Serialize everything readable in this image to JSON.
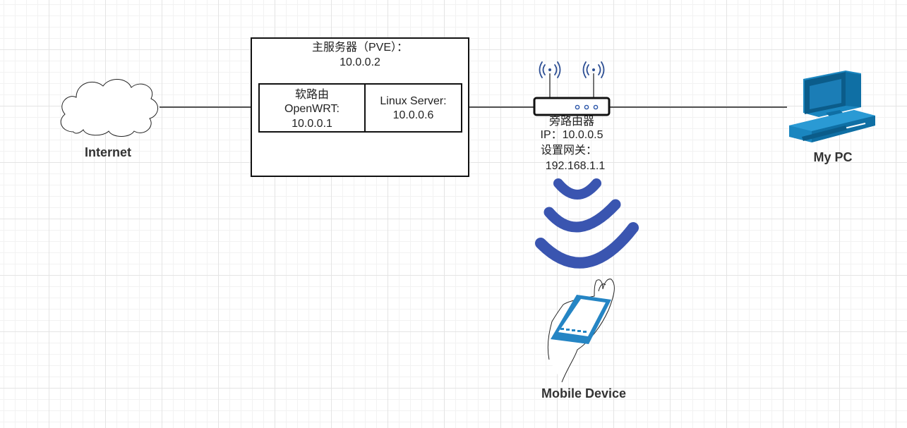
{
  "nodes": {
    "internet": {
      "label": "Internet"
    },
    "server": {
      "title": "主服务器（PVE）：",
      "ip": "10.0.0.2"
    },
    "openwrt": {
      "line1": "软路由",
      "line2": "OpenWRT:",
      "line3": "10.0.0.1"
    },
    "linux": {
      "line1": "Linux Server:",
      "line2": "10.0.0.6"
    },
    "router": {
      "line1": "旁路由器",
      "line2": "IP：10.0.0.5",
      "line3": "设置网关：",
      "line4": "192.168.1.1"
    },
    "pc": {
      "label": "My PC"
    },
    "mobile": {
      "label": "Mobile Device"
    }
  },
  "colors": {
    "accent_blue": "#1a86c0",
    "wifi_blue": "#3a55b0",
    "line": "#555555"
  }
}
